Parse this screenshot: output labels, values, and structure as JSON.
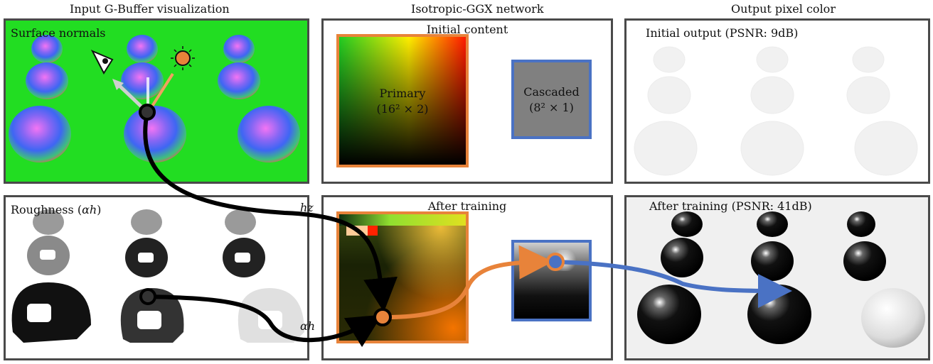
{
  "columns": {
    "left": "Input G-Buffer visualization",
    "middle": "Isotropic-GGX network",
    "right": "Output pixel color"
  },
  "panels": {
    "normals_label": "Surface normals",
    "roughness_label_prefix": "Roughness (",
    "roughness_symbol": "αh",
    "roughness_label_suffix": ")",
    "initial_content": "Initial content",
    "after_training_mid": "After training",
    "initial_output": "Initial output (PSNR: 9dB)",
    "after_training_out": "After training (PSNR: 41dB)"
  },
  "encodings": {
    "primary_name": "Primary",
    "primary_dims": "(16² × 2)",
    "cascaded_name": "Cascaded",
    "cascaded_dims": "(8² × 1)"
  },
  "arrow_labels": {
    "hz": "hz",
    "alpha": "αh"
  },
  "colors": {
    "panel_border": "#4a4a4a",
    "primary_border": "#e8833a",
    "cascaded_border": "#4a72c4",
    "normals_bg": "#22dd22",
    "arrow_black": "#000000",
    "arrow_orange": "#e8833a",
    "arrow_blue": "#4a72c4"
  }
}
